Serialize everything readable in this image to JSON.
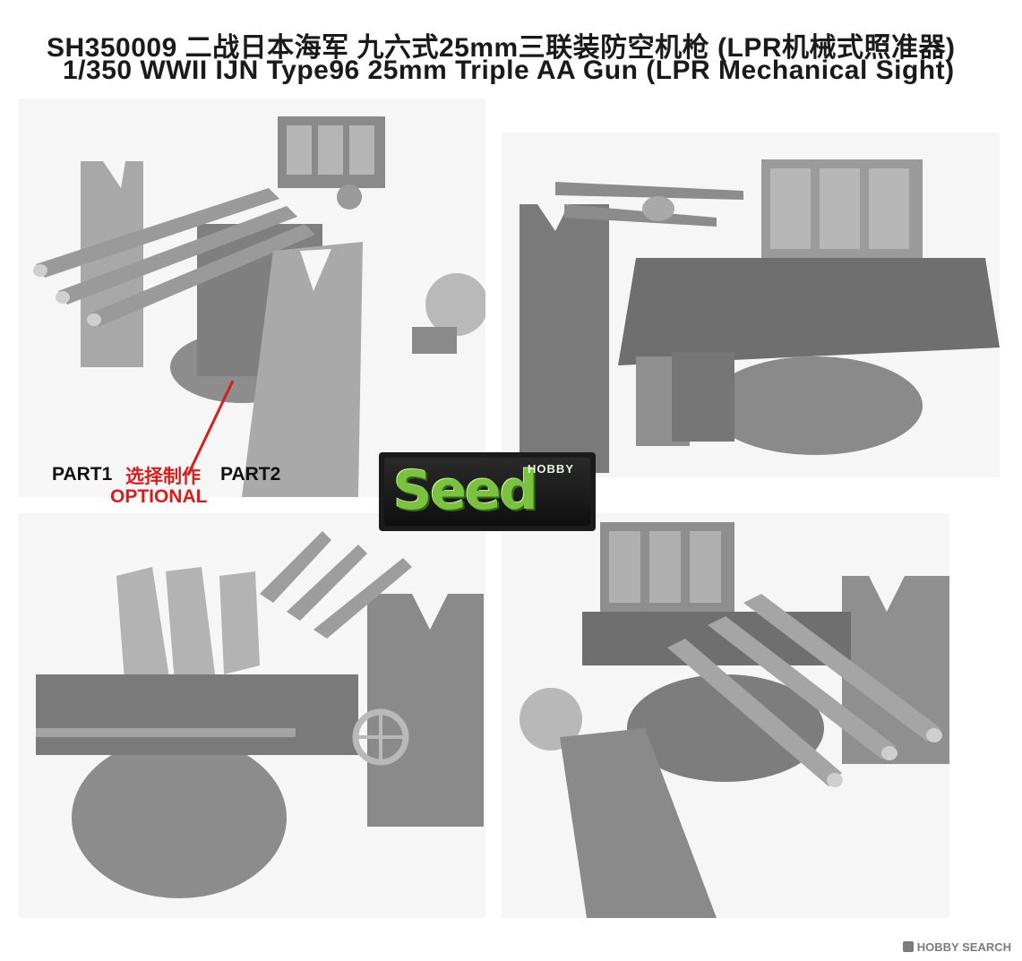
{
  "header": {
    "line1": "SH350009 二战日本海军 九六式25mm三联装防空机枪 (LPR机械式照准器)",
    "line2": "1/350 WWII IJN Type96 25mm Triple AA Gun (LPR Mechanical Sight)"
  },
  "annotation": {
    "part1": "PART1",
    "optional_cn": "选择制作",
    "part2": "PART2",
    "optional_en": "OPTIONAL",
    "accent_color": "#d21f1f"
  },
  "logo": {
    "word": "Seed",
    "small": "HOBBY",
    "word_color": "#7bc241"
  },
  "watermark": {
    "text": "HOBBY SEARCH"
  }
}
